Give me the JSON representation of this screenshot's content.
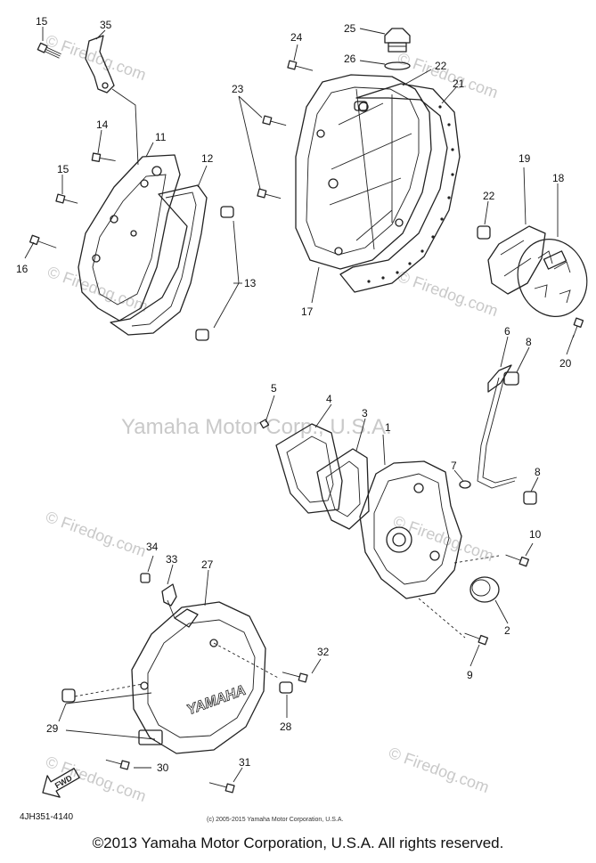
{
  "watermarks": {
    "center": "Yamaha Motor Corp., U.S.A.",
    "site": "© Firedog.com"
  },
  "callouts": [
    "1",
    "2",
    "3",
    "4",
    "5",
    "6",
    "7",
    "8",
    "8",
    "9",
    "10",
    "11",
    "12",
    "13",
    "14",
    "15",
    "15",
    "16",
    "17",
    "18",
    "19",
    "20",
    "21",
    "22",
    "22",
    "23",
    "24",
    "25",
    "26",
    "27",
    "28",
    "29",
    "30",
    "31",
    "32",
    "33",
    "34",
    "35"
  ],
  "cover_logo": "YAMAHA",
  "fwd_label": "FWD",
  "diagram_code": "4JH351-4140",
  "inner_copyright": "(c) 2005-2015 Yamaha Motor Corporation, U.S.A.",
  "footer": "©2013 Yamaha Motor Corporation, U.S.A. All rights reserved."
}
